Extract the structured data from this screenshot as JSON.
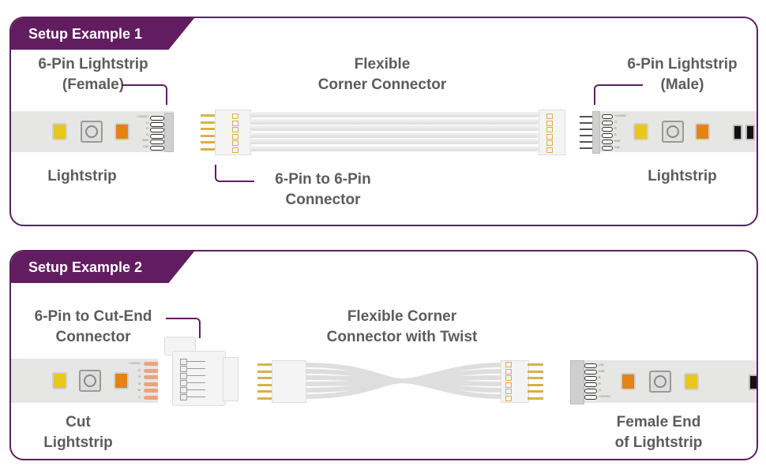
{
  "colors": {
    "accent": "#621d60",
    "label_text": "#5c5c5c",
    "strip": "#e6e6e4",
    "led_warm": "#e8c61a",
    "led_amber": "#e58214",
    "gold_pin": "#d8b04a",
    "copper_pad": "#e9a47e"
  },
  "example1": {
    "title": "Setup Example 1",
    "labels": {
      "female_pin_line1": "6-Pin Lightstrip",
      "female_pin_line2": "(Female)",
      "corner_line1": "Flexible",
      "corner_line2": "Corner Connector",
      "male_pin_line1": "6-Pin Lightstrip",
      "male_pin_line2": "(Male)",
      "left_strip": "Lightstrip",
      "connector_line1": "6-Pin to 6-Pin",
      "connector_line2": "Connector",
      "right_strip": "Lightstrip"
    },
    "pin_labels": [
      "+12VDC",
      "G",
      "R",
      "B",
      "WW",
      "CW"
    ]
  },
  "example2": {
    "title": "Setup Example 2",
    "labels": {
      "cut_connector_line1": "6-Pin to Cut-End",
      "cut_connector_line2": "Connector",
      "twist_line1": "Flexible Corner",
      "twist_line2": "Connector with Twist",
      "cut_strip_line1": "Cut",
      "cut_strip_line2": "Lightstrip",
      "female_end_line1": "Female End",
      "female_end_line2": "of Lightstrip"
    },
    "cut_pad_labels": [
      "+12VDC",
      "G",
      "R",
      "B",
      "W",
      "C"
    ],
    "female_pin_labels": [
      "CW",
      "WW",
      "B",
      "R",
      "G",
      "+12VDC"
    ]
  }
}
